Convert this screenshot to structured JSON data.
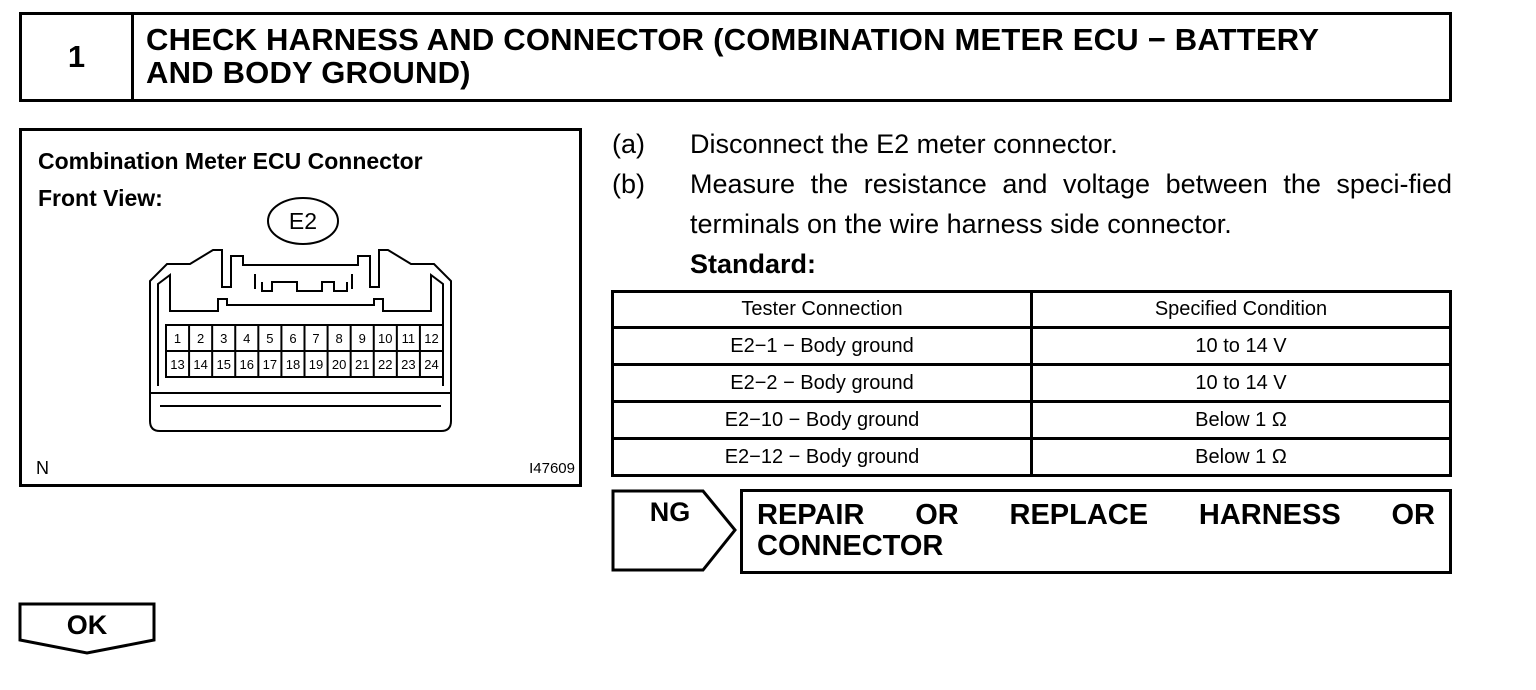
{
  "header": {
    "step_number": "1",
    "title_line1": "CHECK HARNESS AND CONNECTOR (COMBINATION METER ECU − BATTERY",
    "title_line2": "AND BODY GROUND)"
  },
  "diagram": {
    "title_line1": "Combination Meter ECU Connector",
    "title_line2": "Front View:",
    "connector_label": "E2",
    "pins_row1": [
      "1",
      "2",
      "3",
      "4",
      "5",
      "6",
      "7",
      "8",
      "9",
      "10",
      "11",
      "12"
    ],
    "pins_row2": [
      "13",
      "14",
      "15",
      "16",
      "17",
      "18",
      "19",
      "20",
      "21",
      "22",
      "23",
      "24"
    ],
    "corner_mark": "N",
    "figure_code": "I47609"
  },
  "steps": [
    {
      "letter": "(a)",
      "text": "Disconnect the E2 meter connector."
    },
    {
      "letter": "(b)",
      "text": "Measure the resistance and voltage between the speci-fied terminals on the wire harness side connector."
    }
  ],
  "standard_label": "Standard:",
  "table": {
    "headers": [
      "Tester Connection",
      "Specified Condition"
    ],
    "rows": [
      [
        "E2−1 − Body ground",
        "10 to 14 V"
      ],
      [
        "E2−2 − Body ground",
        "10 to 14 V"
      ],
      [
        "E2−10 − Body ground",
        "Below 1 Ω"
      ],
      [
        "E2−12 − Body ground",
        "Below 1 Ω"
      ]
    ]
  },
  "ng": {
    "label": "NG",
    "action": "REPAIR OR REPLACE HARNESS OR CONNECTOR"
  },
  "ok": {
    "label": "OK"
  }
}
